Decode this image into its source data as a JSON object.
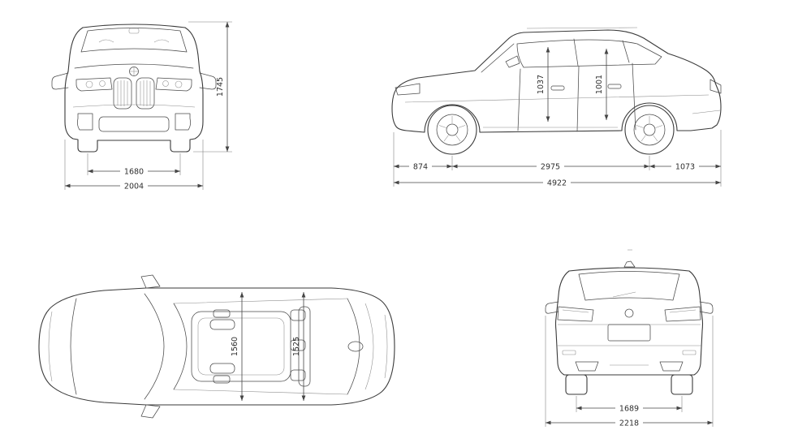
{
  "diagram": {
    "front_view": {
      "height": "1745",
      "track_width": "1680",
      "body_width": "2004"
    },
    "side_view": {
      "front_door_dim": "1037",
      "rear_door_dim": "1001",
      "front_overhang": "874",
      "wheelbase": "2975",
      "rear_overhang": "1073",
      "overall_length": "4922"
    },
    "top_view": {
      "front_interior_width": "1560",
      "rear_interior_width": "1525"
    },
    "rear_view": {
      "rear_track": "1689",
      "overall_width": "2218"
    },
    "colors": {
      "line": "#3a3a3a",
      "dimension": "#454545",
      "background": "#ffffff"
    }
  }
}
